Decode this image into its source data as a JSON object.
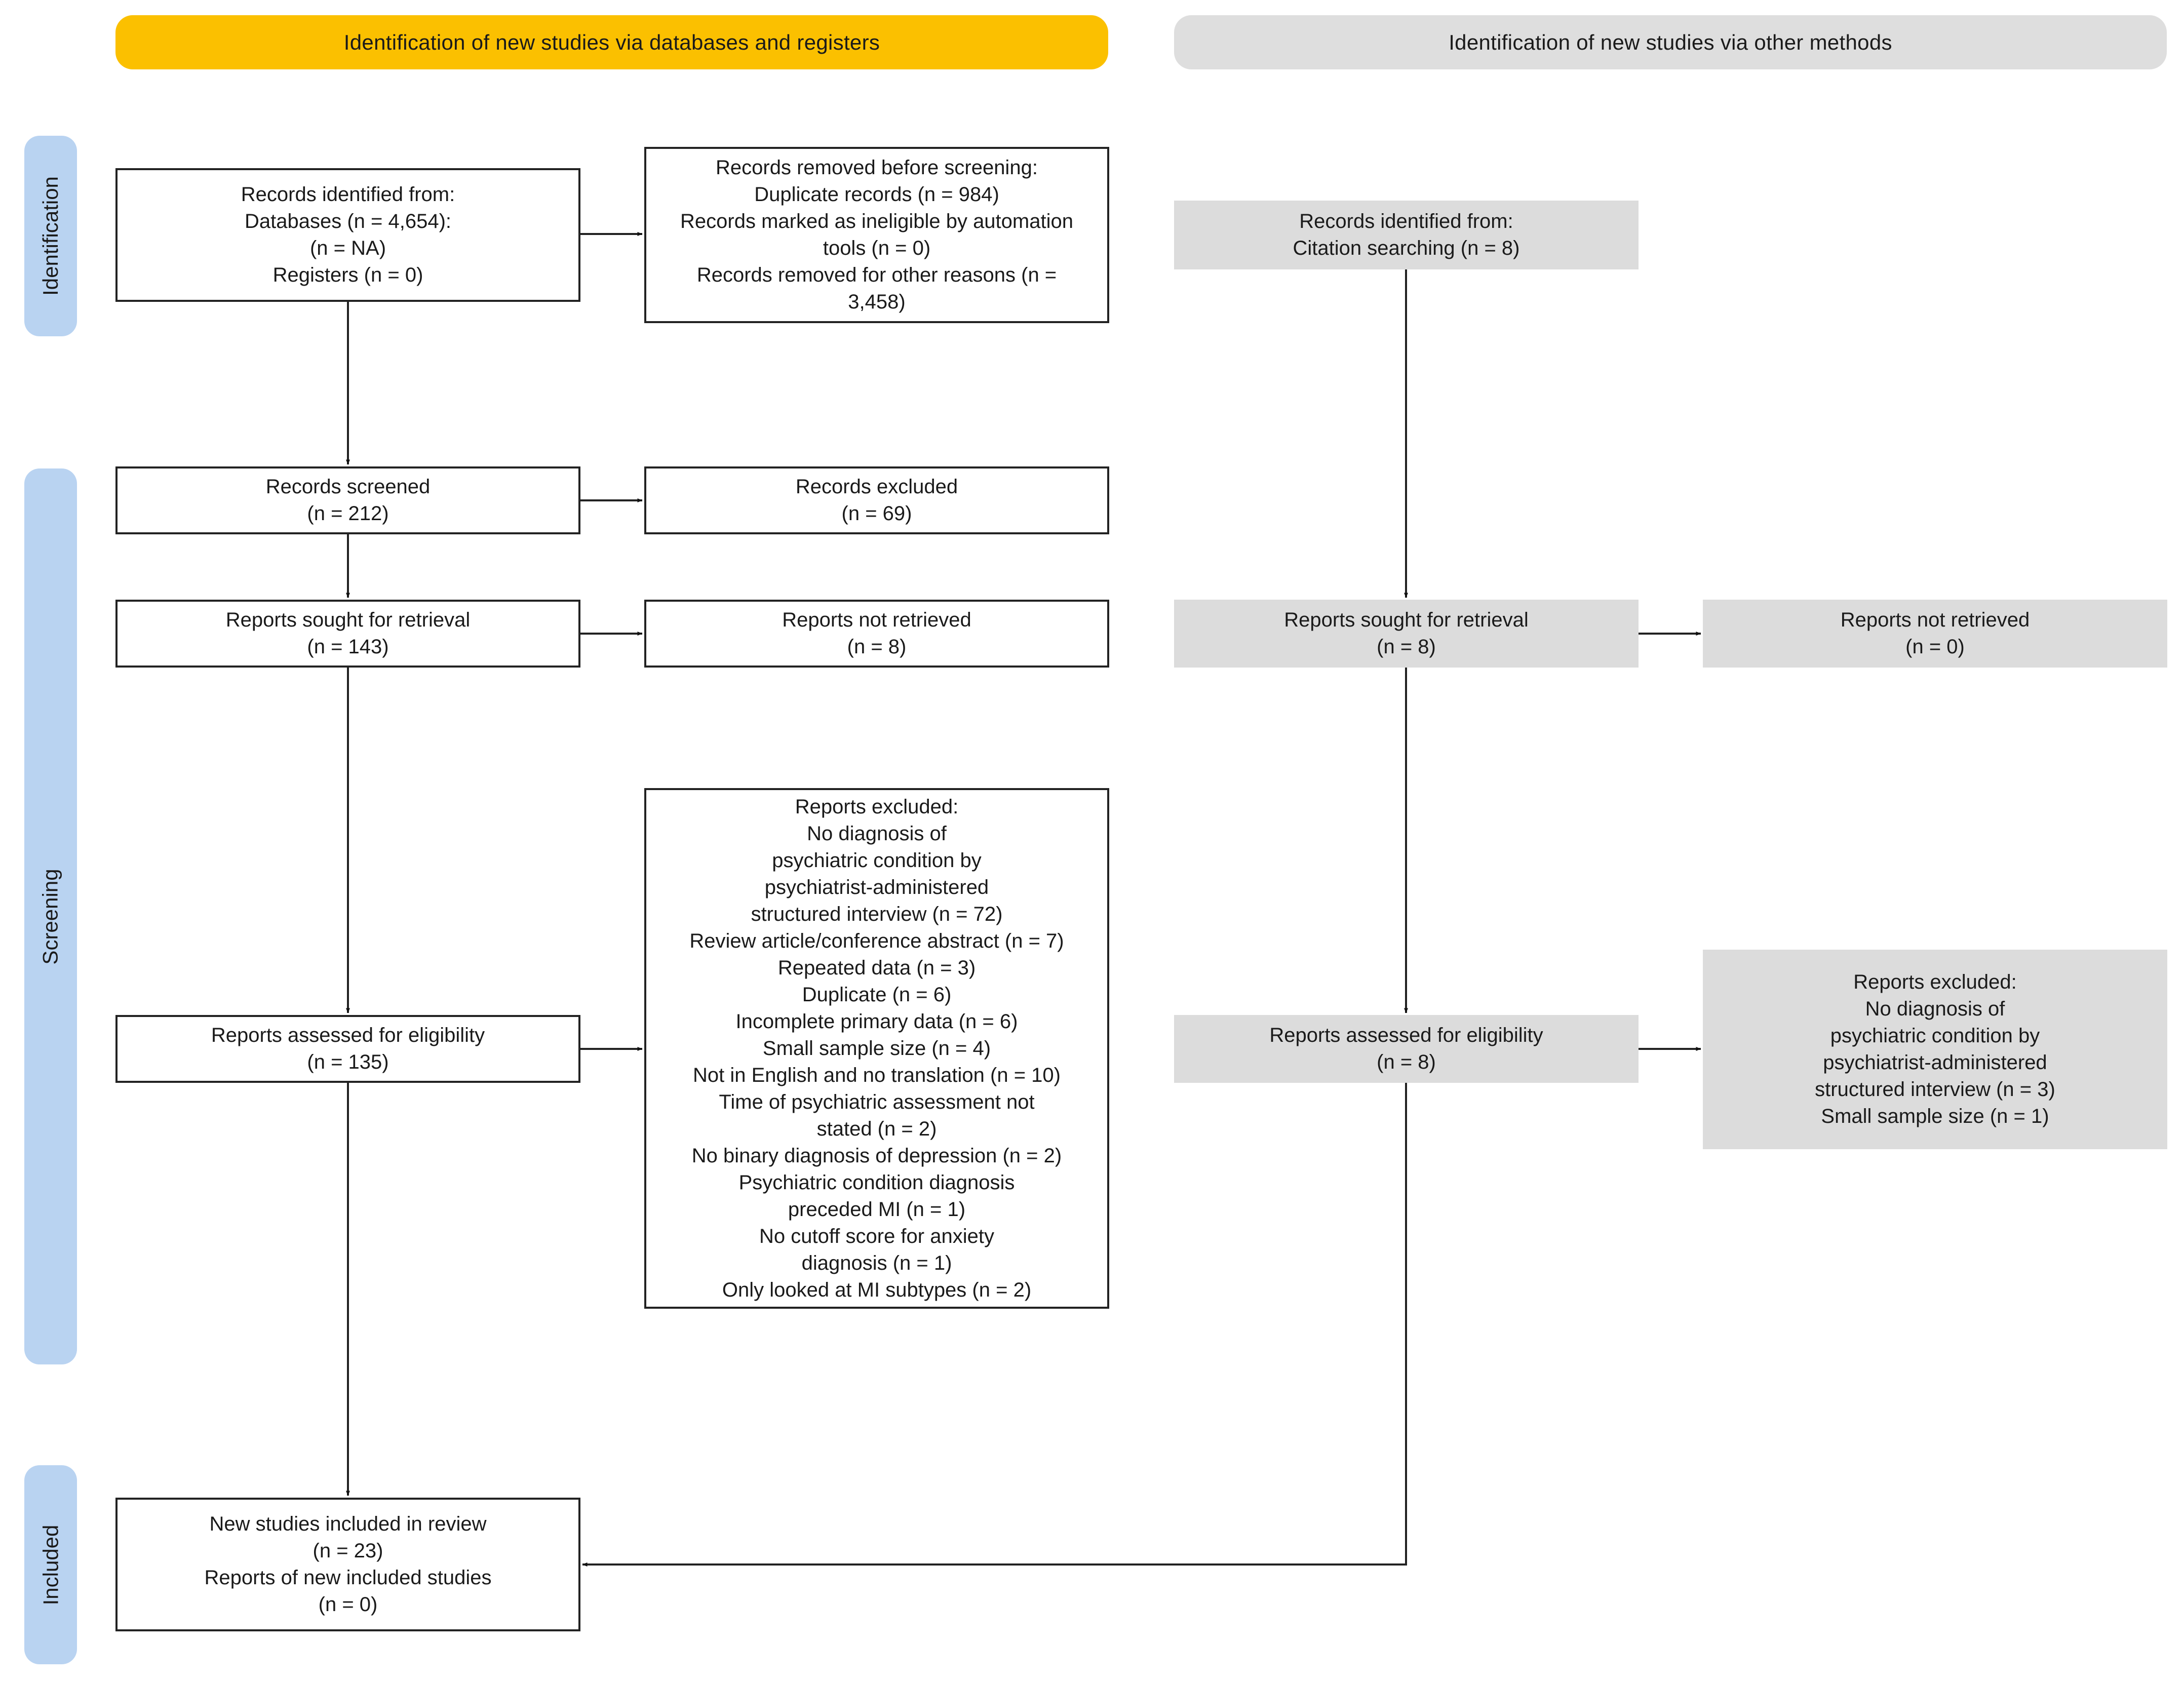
{
  "headers": {
    "databases": "Identification of new studies via databases and registers",
    "other": "Identification of new studies via other methods"
  },
  "phases": {
    "identification": "Identification",
    "screening": "Screening",
    "included": "Included"
  },
  "colors": {
    "header_databases": "#fbc000",
    "header_other": "#dedede",
    "phase_labels": "#b9d3f1",
    "grey_boxes": "#dcdcdc"
  },
  "boxes": {
    "records_identified": [
      "Records identified from:",
      "Databases (n = 4,654):",
      "(n = NA)",
      "Registers (n = 0)"
    ],
    "records_removed": [
      "Records removed before screening:",
      "Duplicate records (n = 984)",
      "Records marked as ineligible by automation",
      "tools (n = 0)",
      "Records removed for other reasons (n =",
      "3,458)"
    ],
    "records_screened": [
      "Records screened",
      "(n = 212)"
    ],
    "records_excluded": [
      "Records excluded",
      "(n = 69)"
    ],
    "reports_sought": [
      "Reports sought for retrieval",
      "(n = 143)"
    ],
    "reports_not_retrieved": [
      "Reports not retrieved",
      "(n = 8)"
    ],
    "reports_excluded": [
      "Reports excluded:",
      "No diagnosis of",
      "psychiatric condition by",
      "psychiatrist-administered",
      "structured interview (n = 72)",
      "Review article/conference abstract (n = 7)",
      "Repeated data (n = 3)",
      "Duplicate (n = 6)",
      "Incomplete primary data (n = 6)",
      "Small sample size (n = 4)",
      "Not in English and no translation (n = 10)",
      "Time of psychiatric assessment not",
      "stated (n = 2)",
      "No binary diagnosis of depression (n = 2)",
      "Psychiatric condition diagnosis",
      "preceded MI (n = 1)",
      "No cutoff score for anxiety",
      "diagnosis (n = 1)",
      "Only looked at MI subtypes (n = 2)"
    ],
    "reports_assessed": [
      "Reports assessed for eligibility",
      "(n = 135)"
    ],
    "new_studies_included": [
      "New studies included in review",
      "(n = 23)",
      "Reports of new included studies",
      "(n = 0)"
    ],
    "other_records_identified": [
      "Records identified from:",
      "Citation searching (n = 8)"
    ],
    "other_reports_sought": [
      "Reports sought for retrieval",
      "(n = 8)"
    ],
    "other_reports_not_retrieved": [
      "Reports not retrieved",
      "(n = 0)"
    ],
    "other_reports_assessed": [
      "Reports assessed for eligibility",
      "(n = 8)"
    ],
    "other_reports_excluded": [
      "Reports excluded:",
      "No diagnosis of",
      "psychiatric condition by",
      "psychiatrist-administered",
      "structured interview (n = 3)",
      "Small sample size (n = 1)"
    ]
  }
}
